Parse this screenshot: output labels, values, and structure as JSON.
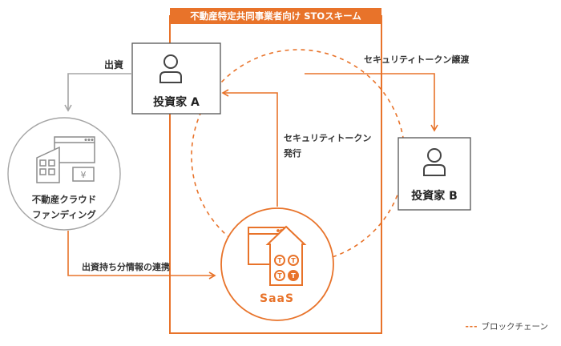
{
  "title_banner": "不動産特定共同事業者向け STOスキーム",
  "nodes": {
    "investor_a": {
      "label": "投資家 A"
    },
    "investor_b": {
      "label": "投資家 B"
    },
    "crowdfunding": {
      "line1": "不動産クラウド",
      "line2": "ファンディング"
    },
    "saas": {
      "label": "SaaS"
    }
  },
  "edges": {
    "investment": "出資",
    "token_transfer": "セキュリティトークン譲渡",
    "token_issue_line1": "セキュリティトークン",
    "token_issue_line2": "発行",
    "holding_info": "出資持ち分情報の連携"
  },
  "legend": {
    "dash": "---",
    "label": "ブロックチェーン"
  },
  "colors": {
    "accent": "#e8732a",
    "gray": "#a5a5a5",
    "dark": "#444444"
  }
}
